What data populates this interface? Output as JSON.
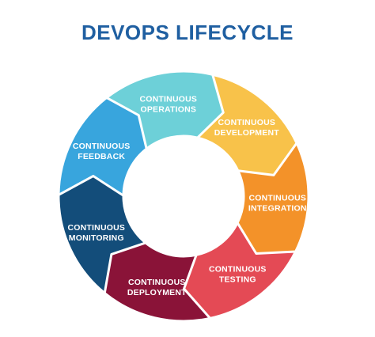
{
  "title": "DEVOPS LIFECYCLE",
  "stages": [
    {
      "line1": "CONTINUOUS",
      "line2": "OPERATIONS",
      "color": "#6dd0d8"
    },
    {
      "line1": "CONTINUOUS",
      "line2": "DEVELOPMENT",
      "color": "#f8c24a"
    },
    {
      "line1": "CONTINUOUS",
      "line2": "INTEGRATION",
      "color": "#f39229"
    },
    {
      "line1": "CONTINUOUS",
      "line2": "TESTING",
      "color": "#e44a55"
    },
    {
      "line1": "CONTINUOUS",
      "line2": "DEPLOYMENT",
      "color": "#8a1338"
    },
    {
      "line1": "CONTINUOUS",
      "line2": "MONITORING",
      "color": "#134d7a"
    },
    {
      "line1": "CONTINUOUS",
      "line2": "FEEDBACK",
      "color": "#38a5dd"
    }
  ]
}
